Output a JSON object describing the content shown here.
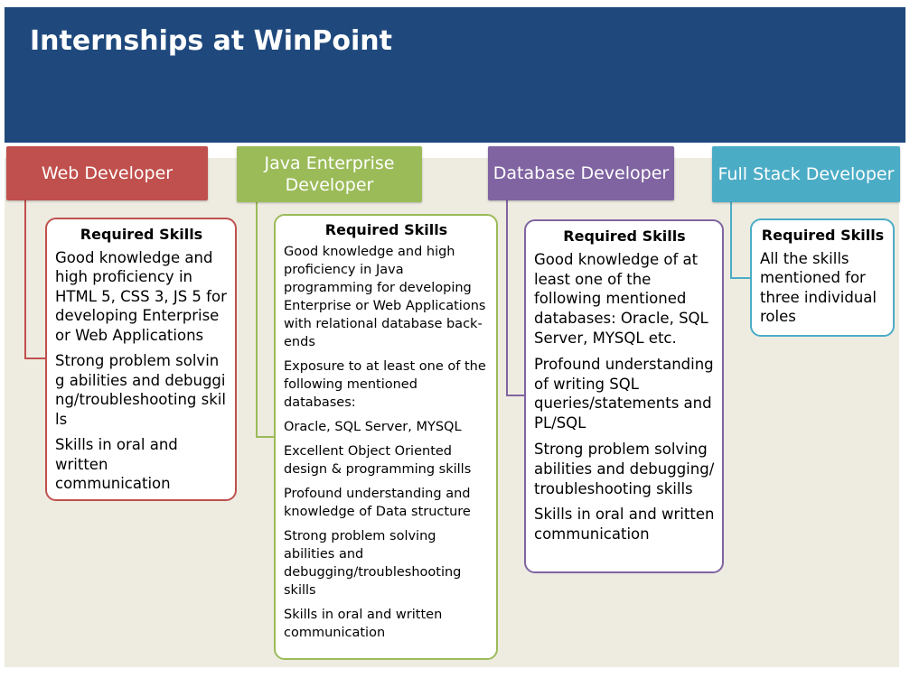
{
  "title": "Internships at WinPoint",
  "colors": {
    "header": "#1f497d",
    "background": "#eeece1",
    "web": "#c0504d",
    "java": "#9bbb59",
    "database": "#8064a2",
    "fullstack": "#4bacc6"
  },
  "roles": [
    {
      "name": "Web Developer",
      "card_title": "Required Skills",
      "skills": [
        "Good knowledge and high proficiency in HTML 5, CSS 3, JS 5 for developing Enterprise or Web Applications",
        "Strong problem solving abilities and debugging/troubleshooting skills",
        "Skills in oral and written communication"
      ]
    },
    {
      "name": "Java Enterprise Developer",
      "card_title": "Required Skills",
      "skills": [
        "Good knowledge and high proficiency in Java programming for developing Enterprise or Web Applications with relational database back-ends",
        "Exposure to at least one of the following mentioned databases:",
        "Oracle, SQL Server, MYSQL",
        "Excellent Object Oriented design & programming skills",
        "Profound understanding and knowledge of Data structure",
        "Strong problem solving abilities and debugging/troubleshooting skills",
        "Skills in oral and written communication"
      ]
    },
    {
      "name": "Database Developer",
      "card_title": "Required Skills",
      "skills": [
        "Good knowledge of at least one of the following mentioned databases: Oracle, SQL Server, MYSQL etc.",
        "Profound understanding of writing SQL queries/statements and PL/SQL",
        "Strong problem solving abilities and debugging/troubleshooting skills",
        "Skills in oral and written communication"
      ]
    },
    {
      "name": "Full Stack Developer",
      "card_title": "Required Skills",
      "skills": [
        "All the skills mentioned for three individual roles"
      ]
    }
  ]
}
